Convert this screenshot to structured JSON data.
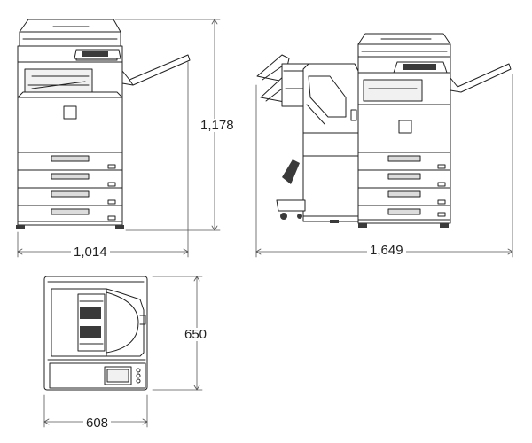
{
  "dimensions": {
    "front_width": "1,014",
    "height": "1,178",
    "finisher_width": "1,649",
    "top_depth": "650",
    "top_width": "608"
  },
  "colors": {
    "line": "#222222",
    "dim_line": "#555555",
    "paper": "#ffffff",
    "shade": "#dcdcdc",
    "dark": "#3a3a3a"
  }
}
